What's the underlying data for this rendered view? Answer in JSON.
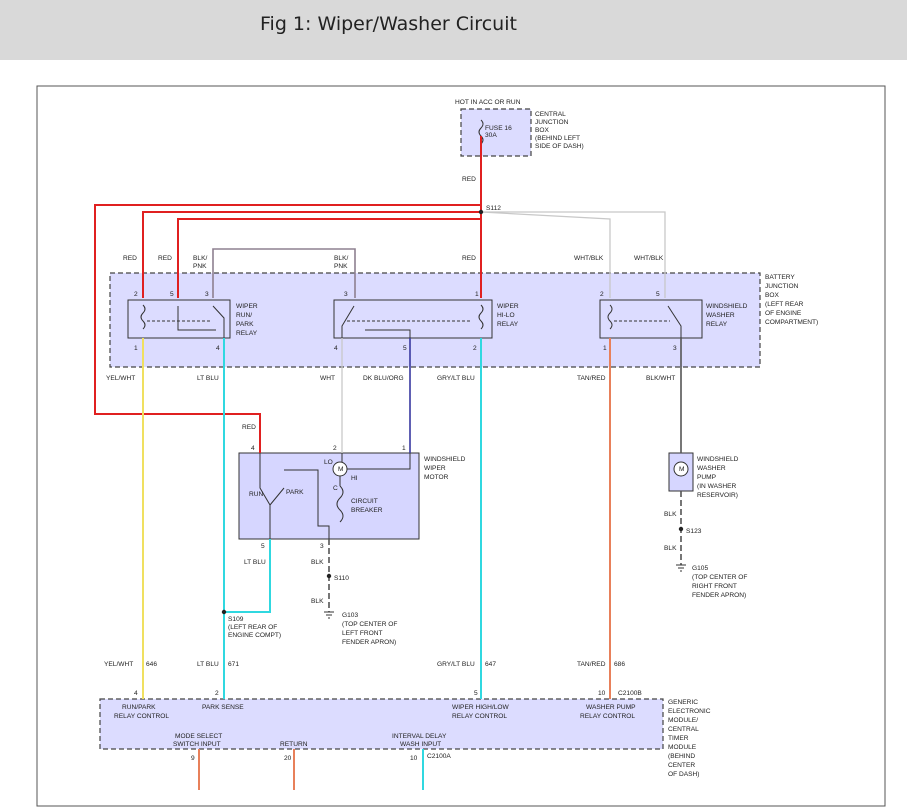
{
  "header": {
    "title": "Fig 1: Wiper/Washer Circuit"
  },
  "power": {
    "hot": "HOT IN ACC OR RUN",
    "fuse": "FUSE 16",
    "amps": "30A",
    "cjb": [
      "CENTRAL",
      "JUNCTION",
      "BOX",
      "(BEHIND LEFT",
      "SIDE OF DASH)"
    ]
  },
  "splices": {
    "s112": "S112",
    "s110": "S110",
    "s109": [
      "S109",
      "(LEFT REAR OF",
      "ENGINE COMPT)"
    ],
    "s123": "S123"
  },
  "bjb": [
    "BATTERY",
    "JUNCTION",
    "BOX",
    "(LEFT REAR",
    "OF ENGINE",
    "COMPARTMENT)"
  ],
  "relays": {
    "run_park": [
      "WIPER",
      "RUN/",
      "PARK",
      "RELAY"
    ],
    "hi_lo": [
      "WIPER",
      "HI-LO",
      "RELAY"
    ],
    "washer": [
      "WINDSHIELD",
      "WASHER",
      "RELAY"
    ]
  },
  "motor": {
    "name": [
      "WINDSHIELD",
      "WIPER",
      "MOTOR"
    ],
    "lo": "LO",
    "hi": "HI",
    "m": "M",
    "c": "C",
    "run": "RUN",
    "park": "PARK",
    "breaker": [
      "CIRCUIT",
      "BREAKER"
    ]
  },
  "pump": {
    "name": [
      "WINDSHIELD",
      "WASHER",
      "PUMP",
      "(IN WASHER",
      "RESERVOIR)"
    ],
    "m": "M"
  },
  "grounds": {
    "g103": [
      "G103",
      "(TOP CENTER OF",
      "LEFT FRONT",
      "FENDER APRON)"
    ],
    "g105": [
      "G105",
      "(TOP CENTER OF",
      "RIGHT FRONT",
      "FENDER APRON)"
    ]
  },
  "wire_labels": {
    "red": "RED",
    "blk_pnk": [
      "BLK/",
      "PNK"
    ],
    "wht_blk": "WHT/BLK",
    "yel_wht": "YEL/WHT",
    "lt_blu": "LT BLU",
    "wht": "WHT",
    "dk_blu_org": "DK BLU/ORG",
    "gry_lt_blu": "GRY/LT BLU",
    "tan_red": "TAN/RED",
    "blk_wht": "BLK/WHT",
    "blk": "BLK"
  },
  "circuits": {
    "c646": "646",
    "c671": "671",
    "c647": "647",
    "c686": "686"
  },
  "pins": {
    "p1": "1",
    "p2": "2",
    "p3": "3",
    "p4": "4",
    "p5": "5",
    "p9": "9",
    "p10": "10",
    "p20": "20"
  },
  "gem": {
    "name": [
      "GENERIC",
      "ELECTRONIC",
      "MODULE/",
      "CENTRAL",
      "TIMER",
      "MODULE",
      "(BEHIND",
      "CENTER",
      "OF DASH)"
    ],
    "run_park": [
      "RUN/PARK",
      "RELAY CONTROL"
    ],
    "park_sense": "PARK SENSE",
    "hi_lo": [
      "WIPER HIGH/LOW",
      "RELAY CONTROL"
    ],
    "washer": [
      "WASHER PUMP",
      "RELAY CONTROL"
    ],
    "mode": [
      "MODE SELECT",
      "SWITCH INPUT"
    ],
    "return": "RETURN",
    "interval": [
      "INTERVAL DELAY",
      "WASH INPUT"
    ],
    "c2100b": "C2100B",
    "c2100a": "C2100A"
  }
}
